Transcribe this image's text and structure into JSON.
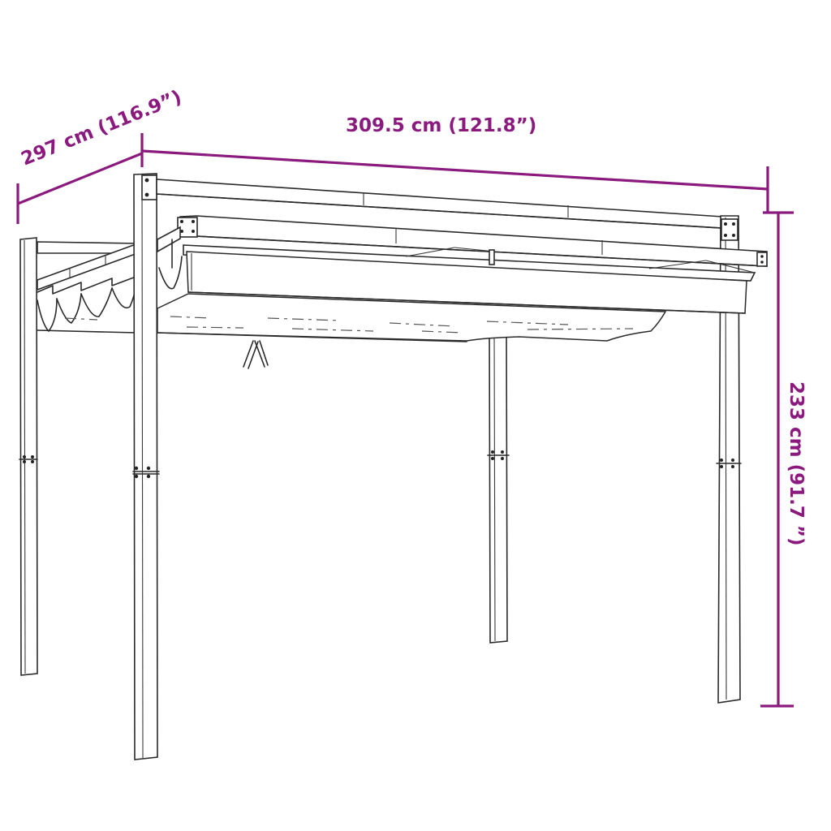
{
  "diagram": {
    "subject": "pergola with retractable roof",
    "dimension_color": "#8a1a7e",
    "line_color": "#2a2a2a",
    "dimensions": {
      "depth": {
        "label": "297 cm (116.9”)",
        "value_cm": 297,
        "value_in": 116.9
      },
      "width": {
        "label": "309.5 cm (121.8”)",
        "value_cm": 309.5,
        "value_in": 121.8
      },
      "height": {
        "label": "233 cm (91.7 ”)",
        "value_cm": 233,
        "value_in": 91.7
      }
    }
  }
}
